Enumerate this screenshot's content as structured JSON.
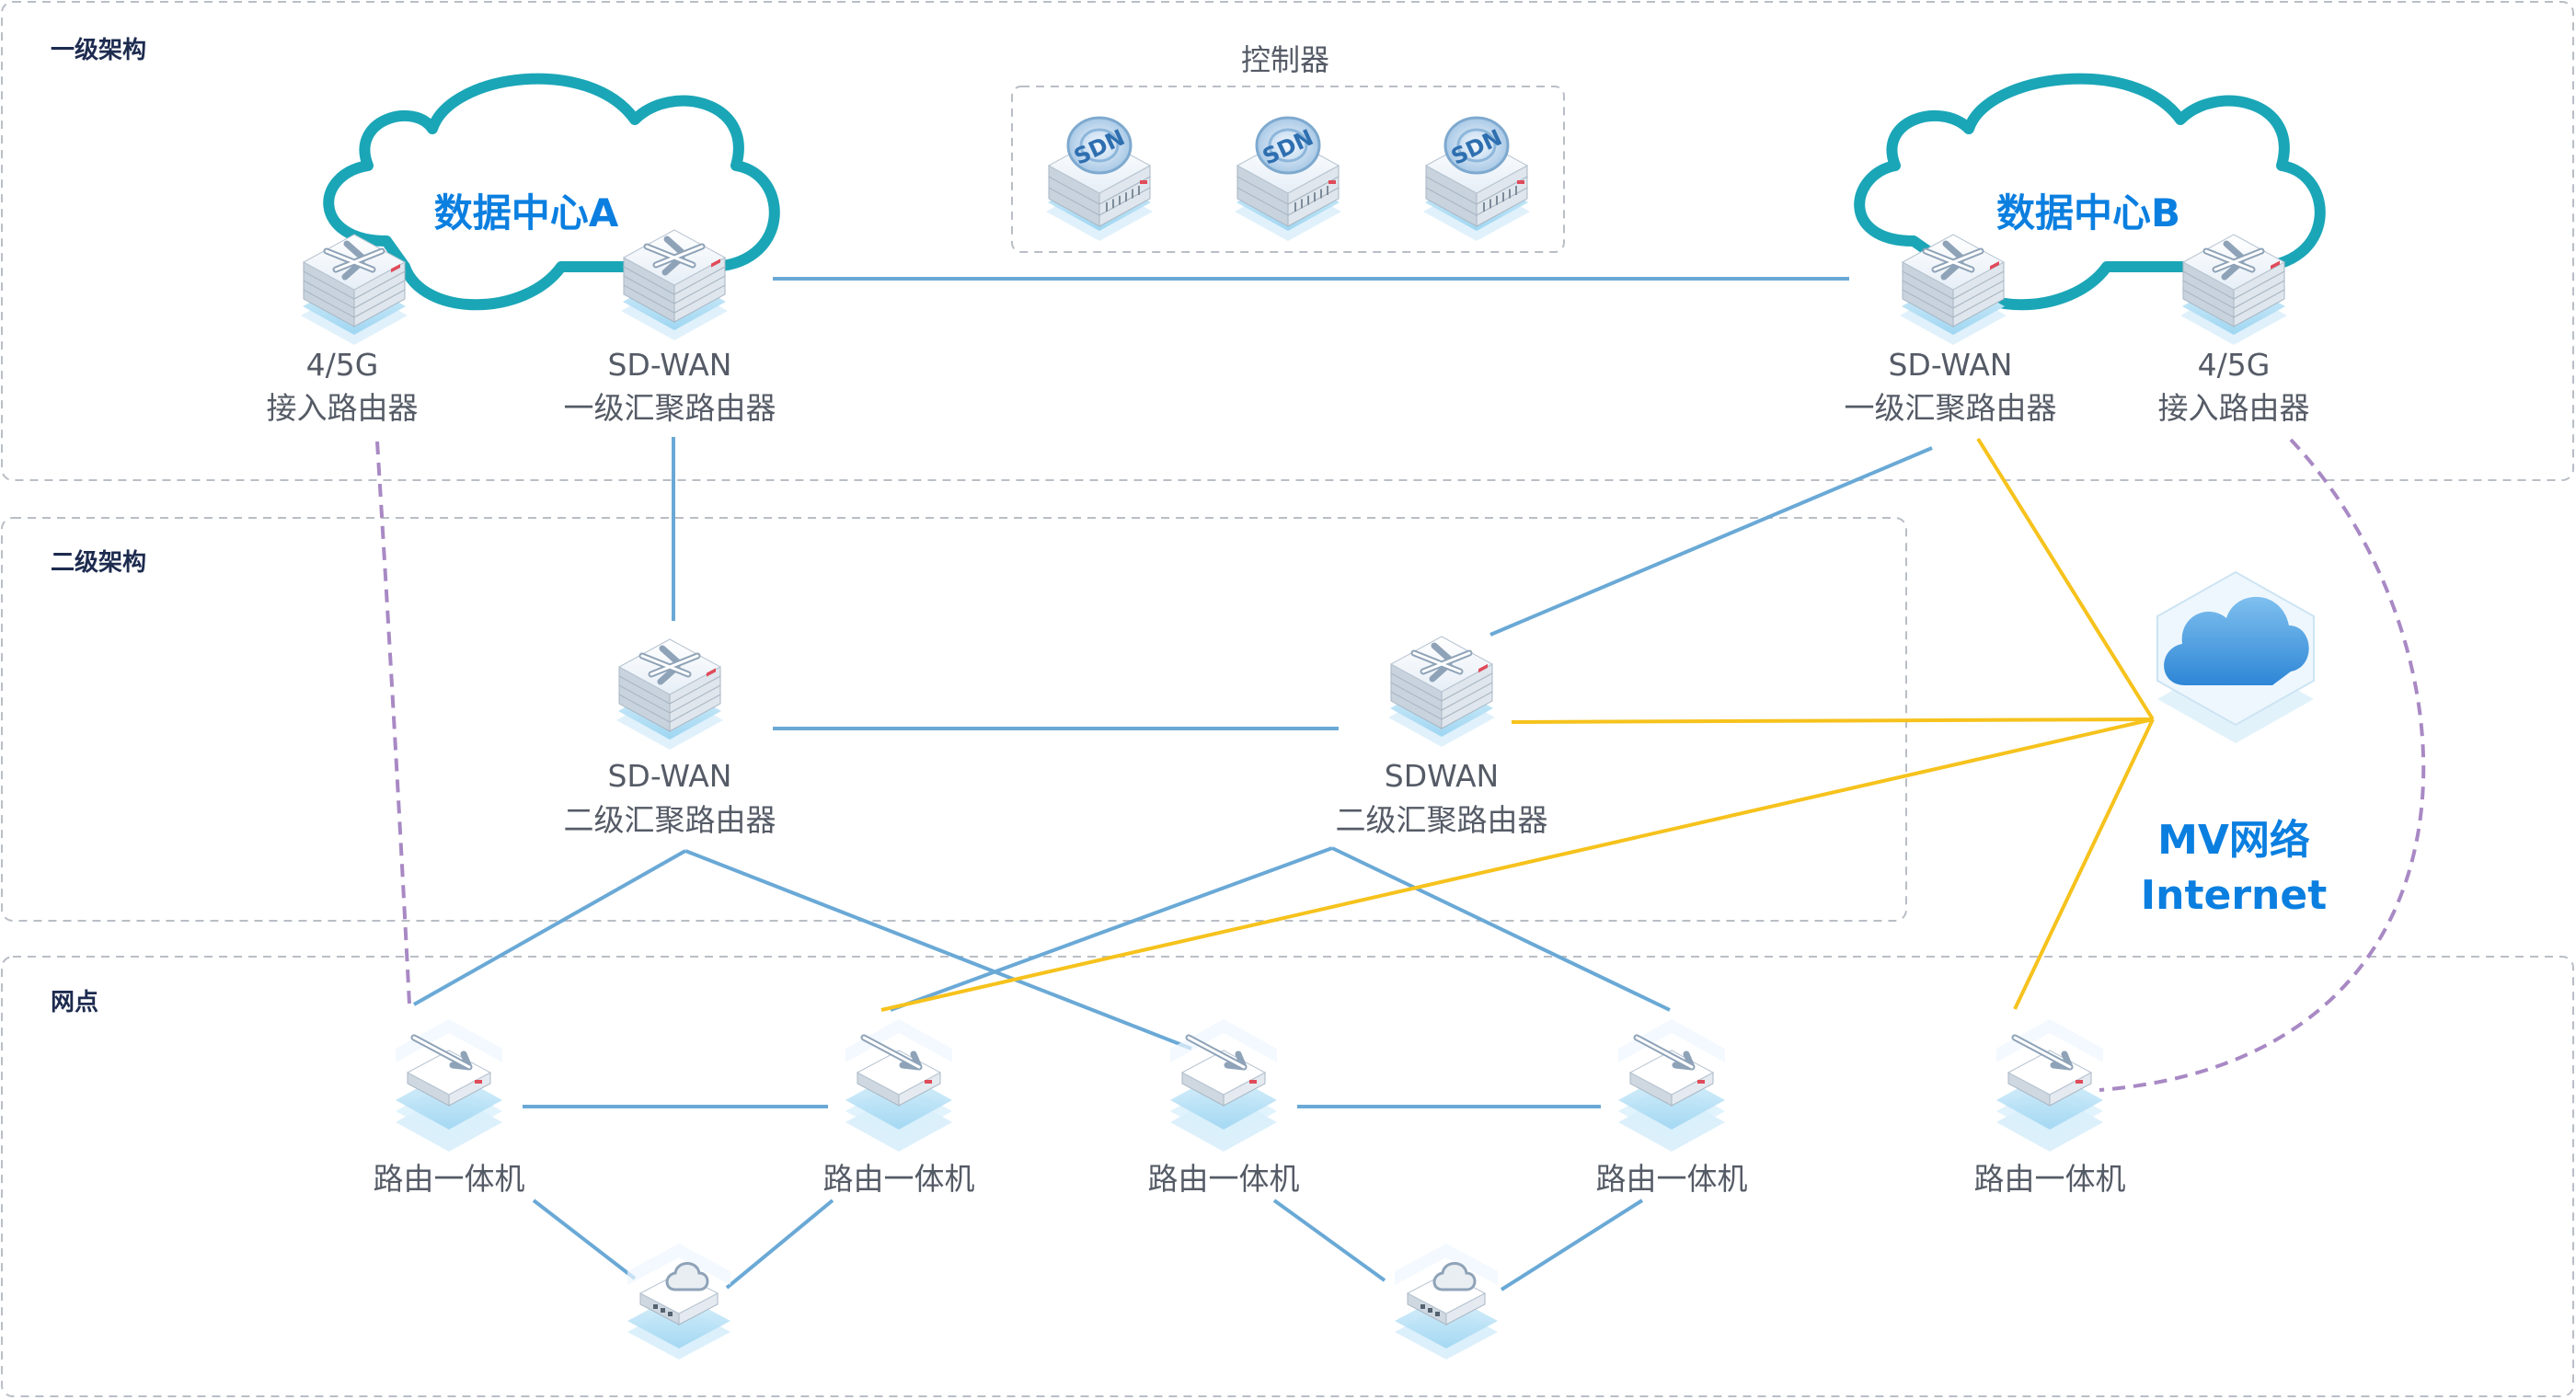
{
  "tiers": {
    "level1": "一级架构",
    "level2": "二级架构",
    "branch": "网点"
  },
  "controller": {
    "title": "控制器",
    "badges": [
      "SDN",
      "SDN",
      "SDN"
    ]
  },
  "datacenter_a": {
    "title": "数据中心A",
    "access_router": [
      "4/5G",
      "接入路由器"
    ],
    "agg_router": [
      "SD-WAN",
      "一级汇聚路由器"
    ]
  },
  "datacenter_b": {
    "title": "数据中心B",
    "agg_router": [
      "SD-WAN",
      "一级汇聚路由器"
    ],
    "access_router": [
      "4/5G",
      "接入路由器"
    ]
  },
  "level2_routers": {
    "left": [
      "SD-WAN",
      "二级汇聚路由器"
    ],
    "right": [
      "SDWAN",
      "二级汇聚路由器"
    ]
  },
  "internet": {
    "line1": "MV网络",
    "line2": "Internet"
  },
  "branch_routers": {
    "r1": "路由一体机",
    "r2": "路由一体机",
    "r3": "路由一体机",
    "r4": "路由一体机",
    "r5": "路由一体机"
  },
  "colors": {
    "link_primary": "#6aa9d6",
    "link_internet": "#f6c21c",
    "link_wireless": "#a889c4",
    "cloud_outline": "#1aa6b7",
    "accent_title": "#0b7fe0"
  }
}
